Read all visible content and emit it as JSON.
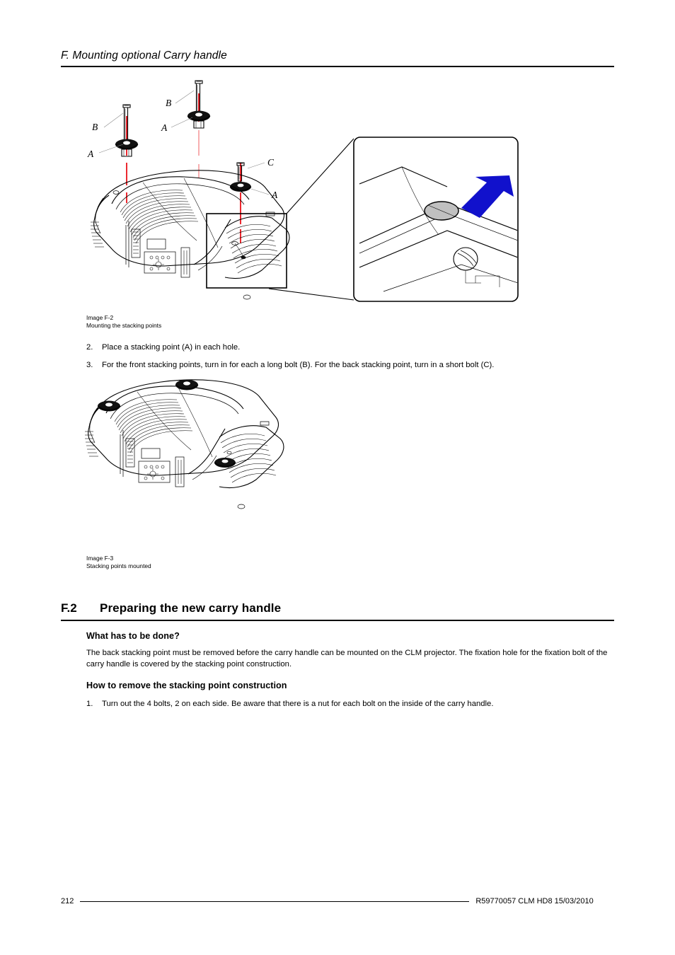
{
  "header": {
    "title": "F. Mounting optional Carry handle"
  },
  "figures": [
    {
      "id": "image-f-2",
      "label": "Image F-2",
      "caption": "Mounting the stacking points",
      "callouts": [
        {
          "key": "B",
          "target": "long bolt (left front)"
        },
        {
          "key": "A",
          "target": "stacking point (left front)"
        },
        {
          "key": "B",
          "target": "long bolt (right front)"
        },
        {
          "key": "A",
          "target": "stacking point (right front)"
        },
        {
          "key": "C",
          "target": "short bolt (back)"
        },
        {
          "key": "A",
          "target": "stacking point (back)"
        }
      ],
      "detail": {
        "arrow_color": "#1111cc",
        "arrow_points_to": "covered fixation hole",
        "cover_color": "#c0c0c0"
      }
    },
    {
      "id": "image-f-3",
      "label": "Image F-3",
      "caption": "Stacking points mounted"
    }
  ],
  "steps_top": [
    {
      "num": "2.",
      "text": "Place a stacking point (A) in each hole."
    },
    {
      "num": "3.",
      "text": "For the front stacking points, turn in for each a long bolt (B). For the back stacking point, turn in a short bolt (C)."
    }
  ],
  "section": {
    "number": "F.2",
    "title": "Preparing the new carry handle"
  },
  "blocks": [
    {
      "heading": "What has to be done?",
      "paragraph": "The back stacking point must be removed before the carry handle can be mounted on the CLM projector.  The fixation hole for the fixation bolt of the carry handle is covered by the stacking point construction."
    },
    {
      "heading": "How to remove the stacking point construction",
      "steps": [
        {
          "num": "1.",
          "text": "Turn out the 4 bolts, 2 on each side.  Be aware that there is a nut for each bolt on the inside of the carry handle."
        }
      ]
    }
  ],
  "footer": {
    "page_number": "212",
    "reference": "R59770057  CLM HD8  15/03/2010"
  }
}
